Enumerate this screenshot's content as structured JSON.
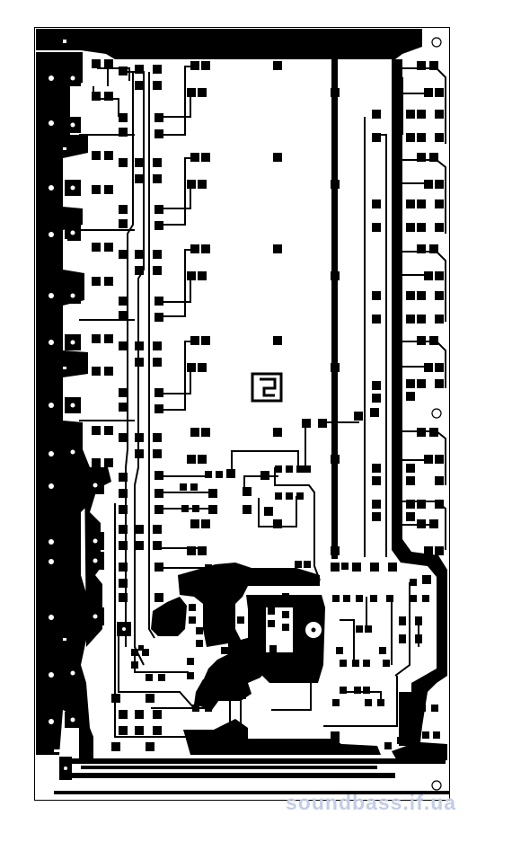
{
  "board": {
    "description_name": "pcb-copper-layer",
    "copper_color": "#000000",
    "substrate_color": "#ffffff",
    "pad_count_note": "",
    "mirrored_marking_present": true
  },
  "watermark": {
    "text": "soundbass.if.ua",
    "color": "#c3cde6"
  },
  "icons": {
    "mounting_hole": "circle-outline",
    "silkscreen_logo": "square-spiral-glyph"
  }
}
